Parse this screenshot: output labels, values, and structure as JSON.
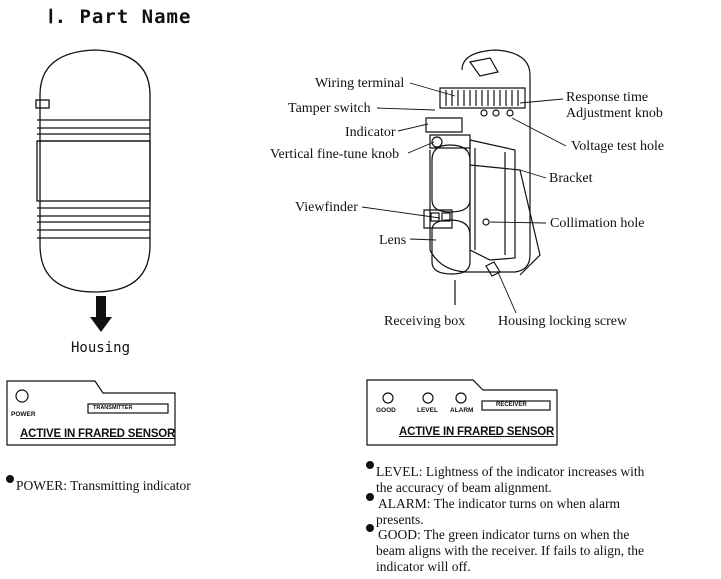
{
  "heading": "Ⅰ. Part Name",
  "housing_label": "Housing",
  "callouts": {
    "wiring_terminal": "Wiring terminal",
    "tamper_switch": "Tamper switch",
    "indicator": "Indicator",
    "vertical_knob": "Vertical fine-tune knob",
    "viewfinder": "Viewfinder",
    "lens": "Lens",
    "receiving_box": "Receiving box",
    "housing_screw": "Housing locking screw",
    "response_time": "Response time",
    "adjustment_knob": "Adjustment knob",
    "voltage_test": "Voltage test hole",
    "bracket": "Bracket",
    "collimation": "Collimation hole"
  },
  "transmitter_panel": {
    "indicator_label": "POWER",
    "tag": "TRANSMITTER",
    "sensor_title": "ACTIVE IN FRARED SENSOR"
  },
  "receiver_panel": {
    "indicators": [
      "GOOD",
      "LEVEL",
      "ALARM"
    ],
    "tag": "RECEIVER",
    "sensor_title": "ACTIVE IN FRARED SENSOR"
  },
  "descriptions": {
    "power": "POWER: Transmitting indicator",
    "level_1": "LEVEL: Lightness of the indicator increases with",
    "level_2": "the accuracy of beam alignment.",
    "alarm_1": "ALARM: The indicator turns on when alarm",
    "alarm_2": "presents.",
    "good_1": "GOOD: The green indicator turns on when the",
    "good_2": "beam aligns with the receiver. If fails to align, the",
    "good_3": "indicator will off."
  }
}
